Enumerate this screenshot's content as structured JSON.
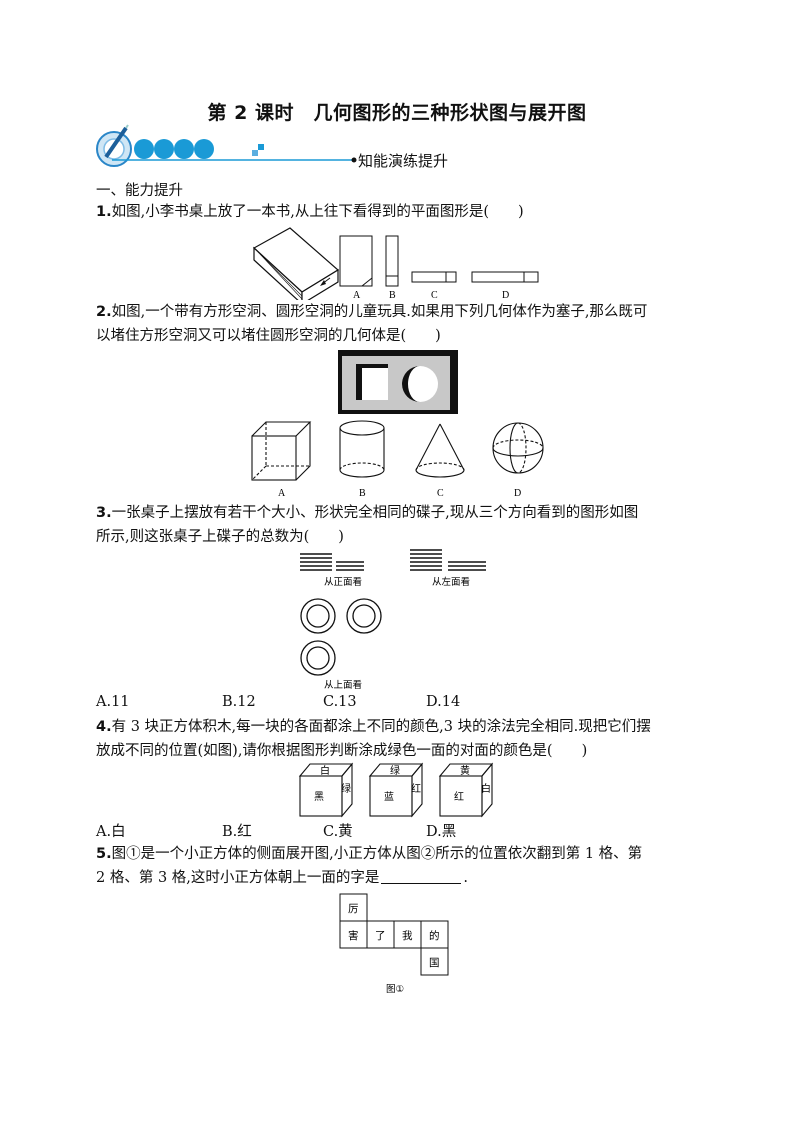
{
  "title": "第 2 课时　几何图形的三种形状图与展开图",
  "banner": {
    "label": "知能演练提升"
  },
  "section": "一、能力提升",
  "q1": {
    "num": "1.",
    "text": "如图,小李书桌上放了一本书,从上往下看得到的平面图形是(　　)",
    "labels": [
      "A",
      "B",
      "C",
      "D"
    ]
  },
  "q2": {
    "num": "2.",
    "line1": "如图,一个带有方形空洞、圆形空洞的儿童玩具.如果用下列几何体作为塞子,那么既可",
    "line2": "以堵住方形空洞又可以堵住圆形空洞的几何体是(　　)",
    "labels": [
      "A",
      "B",
      "C",
      "D"
    ]
  },
  "q3": {
    "num": "3.",
    "line1": "一张桌子上摆放有若干个大小、形状完全相同的碟子,现从三个方向看到的图形如图",
    "line2": "所示,则这张桌子上碟子的总数为(　　)",
    "front": "从正面看",
    "left": "从左面看",
    "top": "从上面看",
    "options": [
      "A.11",
      "B.12",
      "C.13",
      "D.14"
    ]
  },
  "q4": {
    "num": "4.",
    "line1": "有 3 块正方体积木,每一块的各面都涂上不同的颜色,3 块的涂法完全相同.现把它们摆",
    "line2": "放成不同的位置(如图),请你根据图形判断涂成绿色一面的对面的颜色是(　　)",
    "cubes": [
      {
        "top": "白",
        "front": "黑",
        "side": "绿"
      },
      {
        "top": "绿",
        "front": "蓝",
        "side": "红"
      },
      {
        "top": "黄",
        "front": "红",
        "side": "白"
      }
    ],
    "options": [
      "A.白",
      "B.红",
      "C.黄",
      "D.黑"
    ]
  },
  "q5": {
    "num": "5.",
    "line1": "图①是一个小正方体的侧面展开图,小正方体从图②所示的位置依次翻到第 1 格、第",
    "line2": "2 格、第 3 格,这时小正方体朝上一面的字是",
    "cells": [
      "厉",
      "害",
      "了",
      "我",
      "的",
      "国"
    ],
    "caption": "图①"
  }
}
